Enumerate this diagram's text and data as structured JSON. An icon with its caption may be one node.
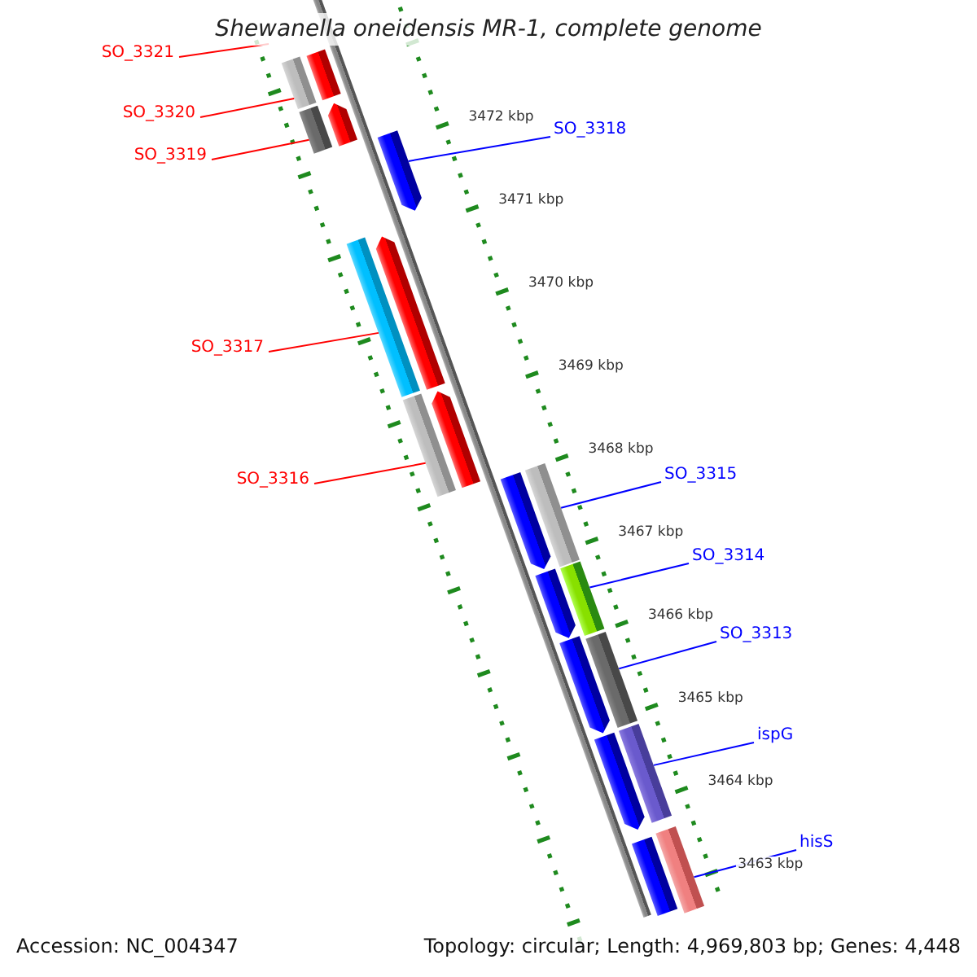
{
  "diagram": {
    "title": "Shewanella oneidensis MR-1, complete genome",
    "nodes": [
      {
        "text": [
          "SO_3321"
        ]
      },
      {
        "text": [
          "SO_3320"
        ]
      },
      {
        "text": [],
        "shape": "box"
      },
      {
        "text": [
          "SO_3319"
        ]
      },
      {
        "text": [],
        "shape": "box"
      },
      {
        "text": [
          "SO_3318"
        ]
      },
      {
        "text": [],
        "shape": "arrow"
      },
      {
        "text": [
          "SO_3317"
        ]
      },
      {
        "text": [],
        "shape": "box"
      },
      {
        "text": [
          "SO_3316"
        ]
      },
      {
        "text": [],
        "shape": "box"
      },
      {
        "text": [
          "SO_3315"
        ]
      },
      {
        "text": [],
        "shape": "box"
      },
      {
        "text": [
          "SO_3314"
        ]
      },
      {
        "text": [],
        "shape": "box"
      },
      {
        "text": [
          "SO_3313"
        ]
      },
      {
        "text": [],
        "shape": "box"
      },
      {
        "text": [
          "ispG"
        ]
      },
      {
        "text": [],
        "shape": "box"
      },
      {
        "text": [
          "hisS"
        ]
      },
      {
        "text": [],
        "shape": "box"
      },
      {
        "text": [],
        "shape": "arrow"
      },
      {
        "text": [],
        "shape": "arrow"
      },
      {
        "text": [],
        "shape": "arrow"
      },
      {
        "text": [],
        "shape": "arrow"
      },
      {
        "text": [],
        "shape": "arrow"
      },
      {
        "text": [],
        "shape": "arrow"
      },
      {
        "text": [],
        "shape": "arrow"
      },
      {
        "text": [],
        "shape": "arrow"
      },
      {
        "text": [],
        "shape": "arrow"
      }
    ],
    "edges": [
      {
        "from": 0,
        "to": null,
        "arrow": "none",
        "color": "#ff0000"
      },
      {
        "from": 1,
        "to": 2,
        "arrow": "none",
        "color": "#ff0000"
      },
      {
        "from": 3,
        "to": 4,
        "arrow": "none",
        "color": "#ff0000"
      },
      {
        "from": 5,
        "to": 6,
        "arrow": "none",
        "color": "#0000ff"
      },
      {
        "from": 7,
        "to": 8,
        "arrow": "none",
        "color": "#ff0000"
      },
      {
        "from": 9,
        "to": 10,
        "arrow": "none",
        "color": "#ff0000"
      },
      {
        "from": 11,
        "to": 12,
        "arrow": "none",
        "color": "#0000ff"
      },
      {
        "from": 13,
        "to": 14,
        "arrow": "none",
        "color": "#0000ff"
      },
      {
        "from": 15,
        "to": 16,
        "arrow": "none",
        "color": "#0000ff"
      },
      {
        "from": 17,
        "to": 18,
        "arrow": "none",
        "color": "#0000ff"
      },
      {
        "from": 19,
        "to": 20,
        "arrow": "none",
        "color": "#0000ff"
      }
    ],
    "labels": [
      "3472 kbp",
      "3471 kbp",
      "3470 kbp",
      "3469 kbp",
      "3468 kbp",
      "3467 kbp",
      "3466 kbp",
      "3465 kbp",
      "3464 kbp",
      "3463 kbp",
      "Accession: NC_004347",
      "Topology: circular; Length: 4,969,803 bp; Genes: 4,448"
    ]
  }
}
